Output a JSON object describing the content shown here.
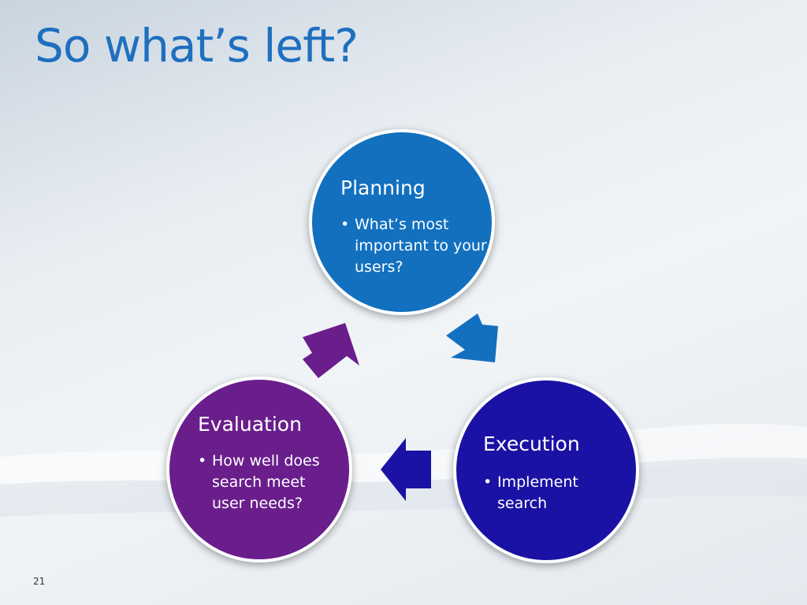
{
  "slide": {
    "title": "So what’s left?",
    "number": "21"
  },
  "cycle": {
    "nodes": [
      {
        "id": "planning",
        "heading": "Planning",
        "bullet": "What’s most important to your users?",
        "color": "#1270bf"
      },
      {
        "id": "execution",
        "heading": "Execution",
        "bullet": "Implement search",
        "color": "#1a12a4"
      },
      {
        "id": "evaluation",
        "heading": "Evaluation",
        "bullet": "How well does search meet user needs?",
        "color": "#6a1e8c"
      }
    ],
    "arrows": [
      {
        "from": "planning",
        "to": "execution",
        "color": "#1270bf"
      },
      {
        "from": "execution",
        "to": "evaluation",
        "color": "#1a12a4"
      },
      {
        "from": "evaluation",
        "to": "planning",
        "color": "#6a1e8c"
      }
    ],
    "bullet_symbol": "•"
  },
  "colors": {
    "title": "#1f6fbf",
    "node_border": "#ffffff"
  }
}
